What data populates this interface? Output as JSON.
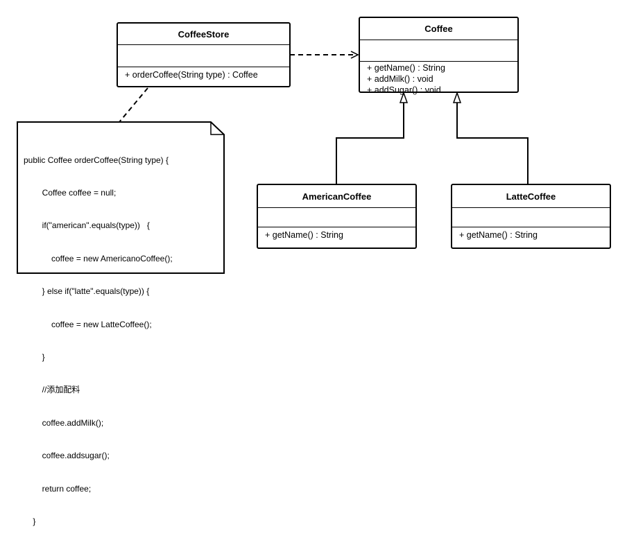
{
  "classes": {
    "coffee_store": {
      "name": "CoffeeStore",
      "operations": [
        "+ orderCoffee(String type) : Coffee"
      ]
    },
    "coffee": {
      "name": "Coffee",
      "operations": [
        "+ getName() : String",
        "+ addMilk() : void",
        "+ addSugar() : void"
      ]
    },
    "american_coffee": {
      "name": "AmericanCoffee",
      "operations": [
        "+ getName() : String"
      ]
    },
    "latte_coffee": {
      "name": "LatteCoffee",
      "operations": [
        "+ getName() : String"
      ]
    }
  },
  "note": {
    "lines": [
      "public Coffee orderCoffee(String type) {",
      "        Coffee coffee = null;",
      "        if(\"american\".equals(type))   {",
      "            coffee = new AmericanoCoffee();",
      "        } else if(\"latte\".equals(type)) {",
      "            coffee = new LatteCoffee();",
      "        }",
      "        //添加配料",
      "        coffee.addMilk();",
      "        coffee.addsugar();",
      "        return coffee;",
      "    }"
    ]
  }
}
